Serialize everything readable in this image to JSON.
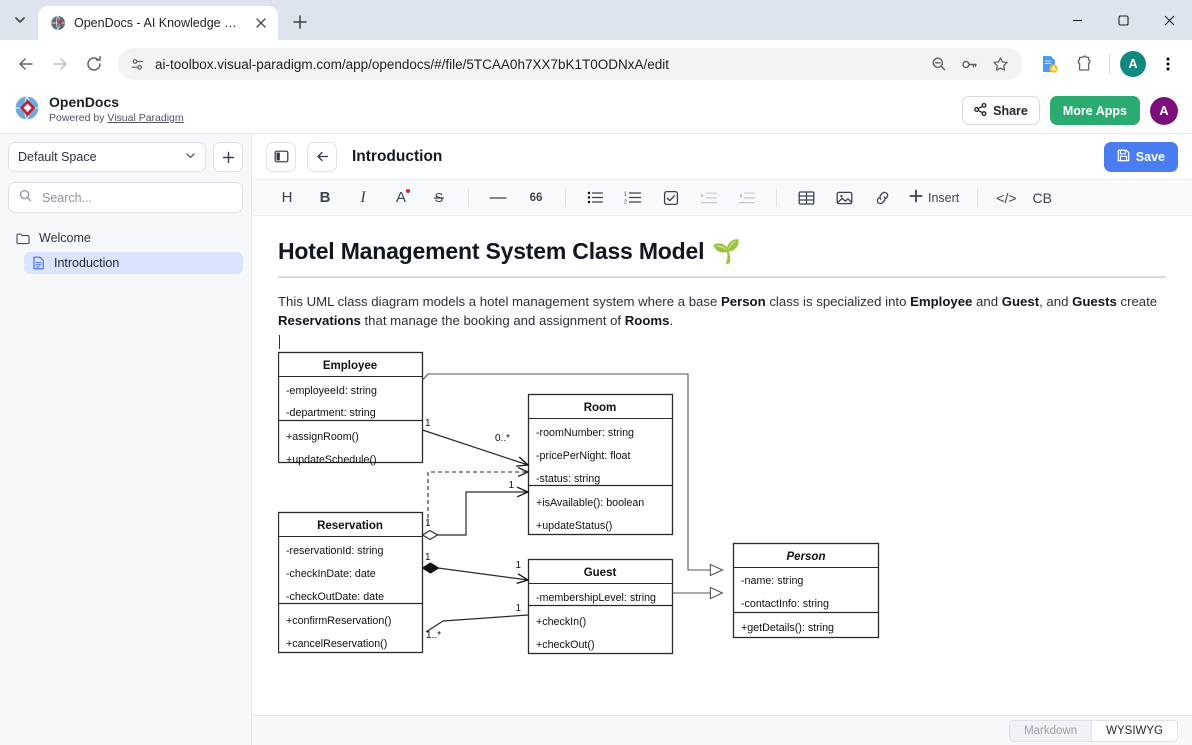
{
  "browser": {
    "tab": {
      "title": "OpenDocs - AI Knowledge Base",
      "favicon_name": "globe-favicon"
    },
    "url": "ai-toolbox.visual-paradigm.com/app/opendocs/#/file/5TCAA0h7XX7bK1T0ODNxA/edit",
    "profile_initial": "A",
    "window_controls": {
      "minimize": "minimize",
      "maximize": "maximize",
      "close": "close"
    }
  },
  "app_header": {
    "product_name": "OpenDocs",
    "powered_by_prefix": "Powered by ",
    "powered_by_link": "Visual Paradigm",
    "share_label": "Share",
    "more_apps_label": "More Apps",
    "avatar_initial": "A"
  },
  "sidebar": {
    "space_selected": "Default Space",
    "add_space_label": "+",
    "search_placeholder": "Search...",
    "tree": [
      {
        "label": "Welcome",
        "type": "folder",
        "active": false
      },
      {
        "label": "Introduction",
        "type": "file",
        "active": true
      }
    ]
  },
  "doc_bar": {
    "title": "Introduction",
    "save_label": "Save"
  },
  "toolbar": {
    "items": [
      {
        "name": "heading",
        "glyph": "H"
      },
      {
        "name": "bold",
        "glyph": "B"
      },
      {
        "name": "italic",
        "glyph": "I"
      },
      {
        "name": "text-color",
        "glyph": "A"
      },
      {
        "name": "strikethrough",
        "glyph": "S"
      },
      {
        "name": "horizontal-rule",
        "glyph": "—"
      },
      {
        "name": "blockquote",
        "glyph": "66"
      },
      {
        "name": "bulleted-list",
        "glyph": ""
      },
      {
        "name": "numbered-list",
        "glyph": ""
      },
      {
        "name": "checklist",
        "glyph": ""
      },
      {
        "name": "indent",
        "glyph": ""
      },
      {
        "name": "outdent",
        "glyph": ""
      },
      {
        "name": "table",
        "glyph": ""
      },
      {
        "name": "image",
        "glyph": ""
      },
      {
        "name": "link",
        "glyph": ""
      },
      {
        "name": "insert",
        "glyph": "Insert"
      },
      {
        "name": "code",
        "glyph": "</>"
      },
      {
        "name": "cb",
        "glyph": "CB"
      }
    ],
    "insert_label": "Insert",
    "code_label": "</>",
    "cb_label": "CB"
  },
  "document": {
    "title": "Hotel Management System Class Model",
    "title_emoji": "🌱",
    "paragraph": {
      "segments": [
        {
          "t": "This UML class diagram models a hotel management system where a base ",
          "b": false
        },
        {
          "t": "Person",
          "b": true
        },
        {
          "t": " class is specialized into ",
          "b": false
        },
        {
          "t": "Employee",
          "b": true
        },
        {
          "t": " and ",
          "b": false
        },
        {
          "t": "Guest",
          "b": true
        },
        {
          "t": ", and ",
          "b": false
        },
        {
          "t": "Guests",
          "b": true
        },
        {
          "t": " create ",
          "b": false
        },
        {
          "t": "Reservations",
          "b": true
        },
        {
          "t": " that manage the booking and assignment of ",
          "b": false
        },
        {
          "t": "Rooms",
          "b": true
        },
        {
          "t": ".",
          "b": false
        }
      ]
    }
  },
  "uml": {
    "classes": [
      {
        "name": "Employee",
        "abstract": false,
        "attributes": [
          "-employeeId: string",
          "-department: string"
        ],
        "operations": [
          "+assignRoom()",
          "+updateSchedule()"
        ]
      },
      {
        "name": "Reservation",
        "abstract": false,
        "attributes": [
          "-reservationId: string",
          "-checkInDate: date",
          "-checkOutDate: date"
        ],
        "operations": [
          "+confirmReservation()",
          "+cancelReservation()"
        ]
      },
      {
        "name": "Room",
        "abstract": false,
        "attributes": [
          "-roomNumber: string",
          "-pricePerNight: float",
          "-status: string"
        ],
        "operations": [
          "+isAvailable(): boolean",
          "+updateStatus()"
        ]
      },
      {
        "name": "Guest",
        "abstract": false,
        "attributes": [
          "-membershipLevel: string"
        ],
        "operations": [
          "+checkIn()",
          "+checkOut()"
        ]
      },
      {
        "name": "Person",
        "abstract": true,
        "attributes": [
          "-name: string",
          "-contactInfo: string"
        ],
        "operations": [
          "+getDetails(): string"
        ]
      }
    ],
    "multiplicities": [
      "1",
      "0..*",
      "1",
      "1",
      "1",
      "1",
      "1",
      "1..*"
    ],
    "relations": [
      {
        "from": "Employee",
        "to": "Room",
        "type": "association",
        "from_mult": "1",
        "to_mult": "0..*"
      },
      {
        "from": "Reservation",
        "to": "Room",
        "type": "dependency",
        "from_mult": "",
        "to_mult": "1"
      },
      {
        "from": "Reservation",
        "to": "Room",
        "type": "aggregation",
        "from_mult": "1",
        "to_mult": "1"
      },
      {
        "from": "Reservation",
        "to": "Guest",
        "type": "composition",
        "from_mult": "1",
        "to_mult": "1"
      },
      {
        "from": "Guest",
        "to": "Reservation",
        "type": "association",
        "from_mult": "1",
        "to_mult": "1..*"
      },
      {
        "from": "Employee",
        "to": "Person",
        "type": "generalization",
        "from_mult": "",
        "to_mult": ""
      },
      {
        "from": "Guest",
        "to": "Person",
        "type": "generalization",
        "from_mult": "",
        "to_mult": ""
      }
    ]
  },
  "status_bar": {
    "markdown_label": "Markdown",
    "wysiwyg_label": "WYSIWYG",
    "active": "WYSIWYG"
  }
}
